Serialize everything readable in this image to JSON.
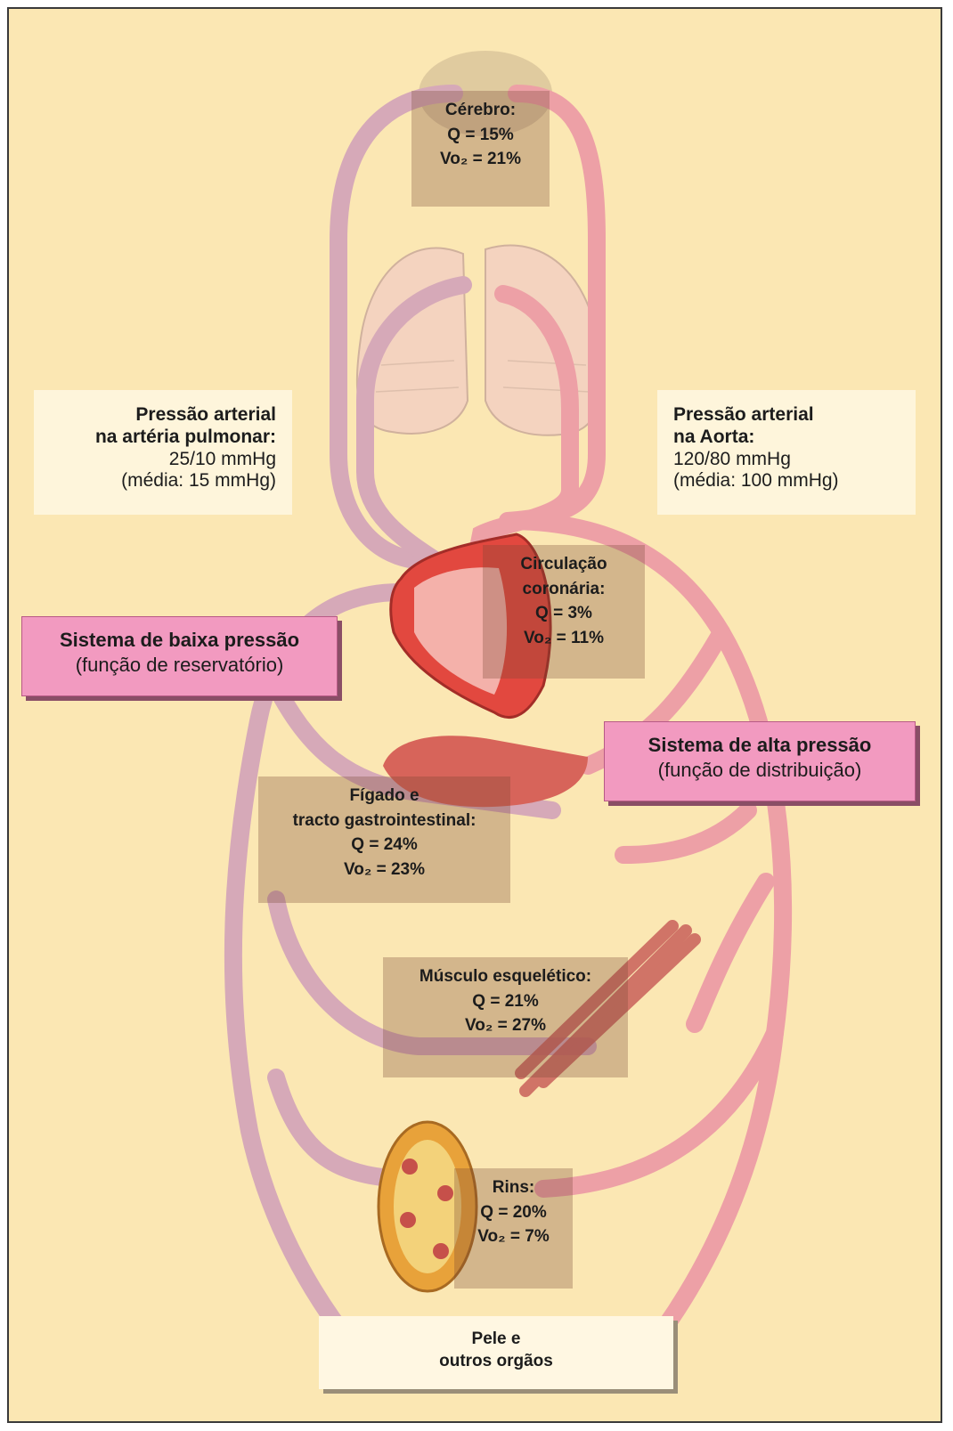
{
  "organs": {
    "brain": {
      "name": "Cérebro:",
      "q": "Q = 15%",
      "vo2": "Vo₂ = 21%"
    },
    "coronary": {
      "name_1": "Circulação",
      "name_2": "coronária:",
      "q": "Q = 3%",
      "vo2": "Vo₂ = 11%"
    },
    "liver": {
      "name_1": "Fígado e",
      "name_2": "tracto gastrointestinal:",
      "q": "Q = 24%",
      "vo2": "Vo₂ = 23%"
    },
    "muscle": {
      "name": "Músculo esquelético:",
      "q": "Q = 21%",
      "vo2": "Vo₂ = 27%"
    },
    "kidneys": {
      "name": "Rins:",
      "q": "Q = 20%",
      "vo2": "Vo₂ = 7%"
    }
  },
  "pressure_pulmonary": {
    "line_1": "Pressão arterial",
    "line_2": "na artéria pulmonar:",
    "value": "25/10 mmHg",
    "mean": "(média: 15 mmHg)"
  },
  "pressure_aorta": {
    "line_1": "Pressão arterial",
    "line_2": "na Aorta:",
    "value": "120/80 mmHg",
    "mean": "(média: 100 mmHg)"
  },
  "low_system": {
    "title": "Sistema de baixa pressão",
    "subtitle": "(função de reservatório)"
  },
  "high_system": {
    "title": "Sistema de alta pressão",
    "subtitle": "(função de distribuição)"
  },
  "skin": {
    "line_1": "Pele e",
    "line_2": "outros orgãos"
  },
  "colors": {
    "background": "#fbe7b3",
    "vein": "#d6a9b8",
    "artery": "#eda0a6",
    "heart": "#e2483f",
    "label_pink": "#f29ac0"
  }
}
